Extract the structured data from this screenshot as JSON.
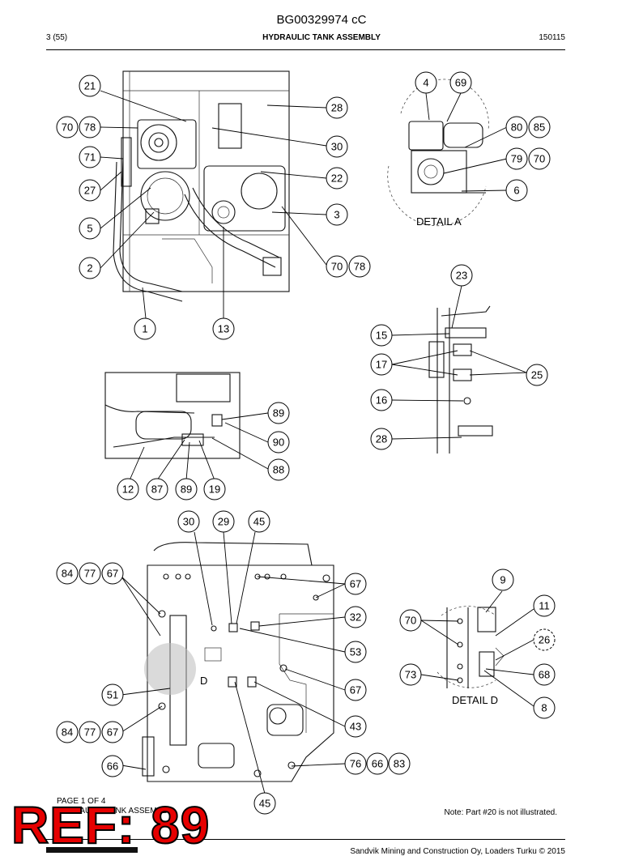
{
  "header": {
    "doc_id": "BG00329974 cC",
    "page": "3 (55)",
    "title": "HYDRAULIC TANK ASSEMBLY",
    "date": "150115"
  },
  "details": {
    "a_label": "DETAIL A",
    "d_label": "DETAIL D",
    "d_marker": "D"
  },
  "callouts": {
    "c21": "21",
    "c70a": "70",
    "c78a": "78",
    "c71": "71",
    "c27": "27",
    "c5": "5",
    "c2": "2",
    "c1": "1",
    "c13": "13",
    "c28a": "28",
    "c30a": "30",
    "c22": "22",
    "c3": "3",
    "c70b": "70",
    "c78b": "78",
    "c4": "4",
    "c69": "69",
    "c80": "80",
    "c85": "85",
    "c79": "79",
    "c70c": "70",
    "c6": "6",
    "c23": "23",
    "c15": "15",
    "c17": "17",
    "c25": "25",
    "c16": "16",
    "c28b": "28",
    "c89a": "89",
    "c90": "90",
    "c88": "88",
    "c12": "12",
    "c87": "87",
    "c89b": "89",
    "c19": "19",
    "c30b": "30",
    "c29": "29",
    "c45a": "45",
    "c84a": "84",
    "c77a": "77",
    "c67a": "67",
    "c67b": "67",
    "c32": "32",
    "c53": "53",
    "c67c": "67",
    "c51": "51",
    "c43": "43",
    "c84b": "84",
    "c77b": "77",
    "c67d": "67",
    "c66a": "66",
    "c76": "76",
    "c66b": "66",
    "c83": "83",
    "c45b": "45",
    "c9": "9",
    "c11": "11",
    "c70d": "70",
    "c26": "26",
    "c73": "73",
    "c68": "68",
    "c8": "8"
  },
  "footer": {
    "page_of": "PAGE 1 OF 4",
    "subtitle": "HYDRAULIC TANK ASSEMBLY",
    "note": "Note: Part #20 is not illustrated.",
    "copyright": "Sandvik Mining and Construction Oy, Loaders Turku © 2015"
  },
  "stamp": {
    "text": "REF: 89",
    "color": "#e60000"
  }
}
